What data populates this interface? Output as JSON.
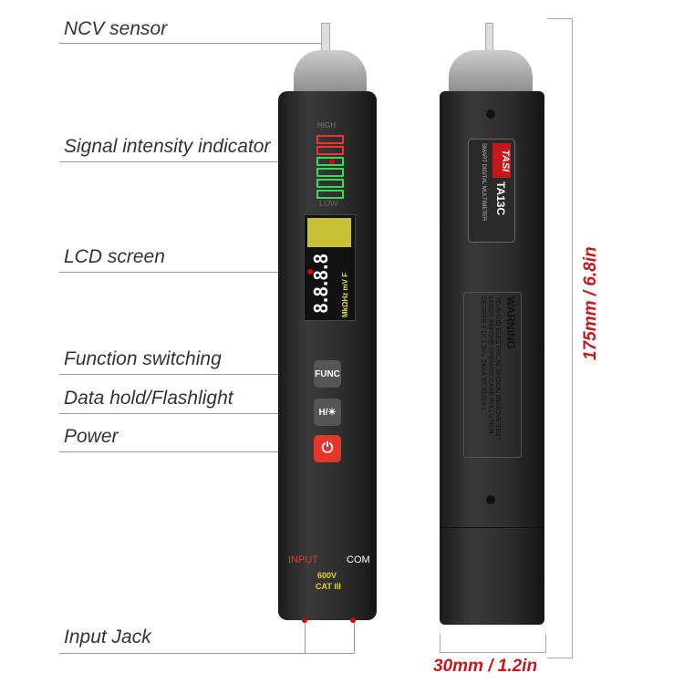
{
  "callouts": [
    {
      "label": "NCV sensor"
    },
    {
      "label": "Signal intensity indicator"
    },
    {
      "label": "LCD screen"
    },
    {
      "label": "Function switching"
    },
    {
      "label": "Data hold/Flashlight"
    },
    {
      "label": "Power"
    },
    {
      "label": "Input Jack"
    }
  ],
  "front": {
    "high": "HIGH",
    "low": "LOW",
    "lcd_digits": "8.8.8.8",
    "lcd_units": "MkΩHz mV F",
    "func_btn": "FUNC",
    "hold_btn": "H/☀",
    "power_icon": "power-icon",
    "input": "INPUT",
    "com": "COM",
    "rating": "600V",
    "cat": "CAT III"
  },
  "back": {
    "brand": "TASI",
    "model": "TA13C",
    "subtitle": "SMART DIGITAL MULTIMETER",
    "warning_title": "WARNING",
    "warning_text": "TO AVOID ELECTRICAL SHOCK, REMOVE TEST LEADS BEFORE OPENING CASE  POLLUTION DEGREE 2  DC1.5V×2AAA  IEC61010-1"
  },
  "dimensions": {
    "height": "175mm / 6.8in",
    "width": "30mm / 1.2in"
  },
  "colors": {
    "accent": "#c8161d",
    "green": "#35d55a",
    "lcd": "#e8e23a"
  }
}
